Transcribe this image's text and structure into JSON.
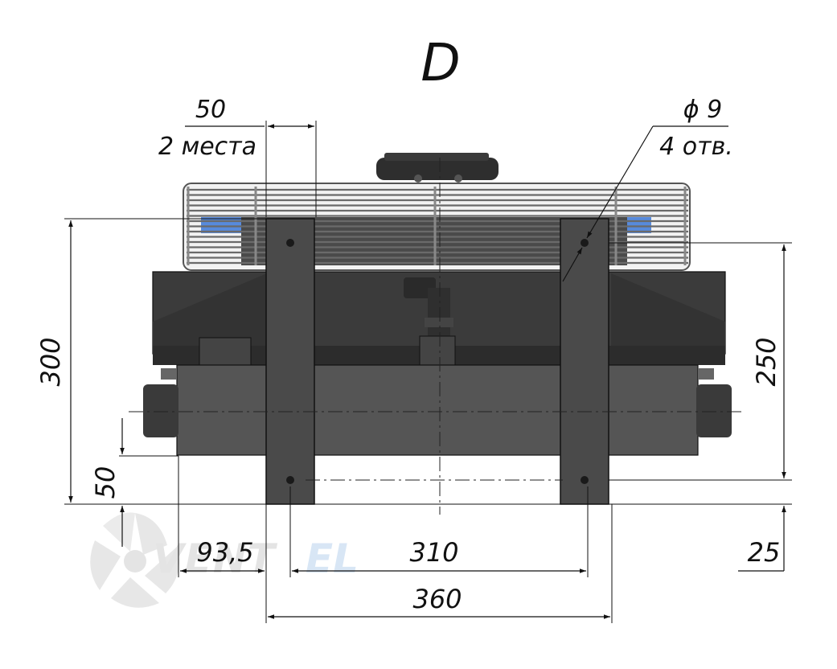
{
  "view_label": "D",
  "dimensions": {
    "slot_width": "50",
    "slot_count": "2 места",
    "hole_diameter": "ϕ 9",
    "hole_count": "4 отв.",
    "height_total": "300",
    "height_holes": "250",
    "height_bottom": "50",
    "offset_left": "93,5",
    "hole_spacing": "310",
    "width_total": "360",
    "offset_bottom": "25"
  },
  "watermark": "VENTEL",
  "colors": {
    "body_dark": "#3a3a3a",
    "body_mid": "#525252",
    "bracket": "#4a4a4a",
    "fan_blue": "#2f6fd6",
    "line": "#111111",
    "watermark_gray": "#d8d8d8",
    "watermark_blue": "#bcd6ef"
  }
}
